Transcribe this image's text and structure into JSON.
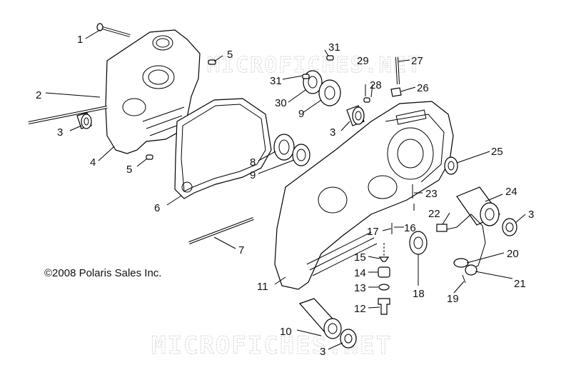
{
  "copyright": "©2008 Polaris Sales Inc.",
  "watermark_top": "MICROFICHES.NET",
  "watermark_bottom": "MICROFICHES.NET",
  "callouts": [
    "1",
    "2",
    "3",
    "4",
    "5",
    "5",
    "6",
    "7",
    "8",
    "9",
    "9",
    "3",
    "10",
    "3",
    "11",
    "12",
    "13",
    "14",
    "15",
    "16",
    "17",
    "18",
    "19",
    "20",
    "21",
    "22",
    "23",
    "24",
    "3",
    "25",
    "26",
    "27",
    "28",
    "29",
    "30",
    "31",
    "31"
  ]
}
